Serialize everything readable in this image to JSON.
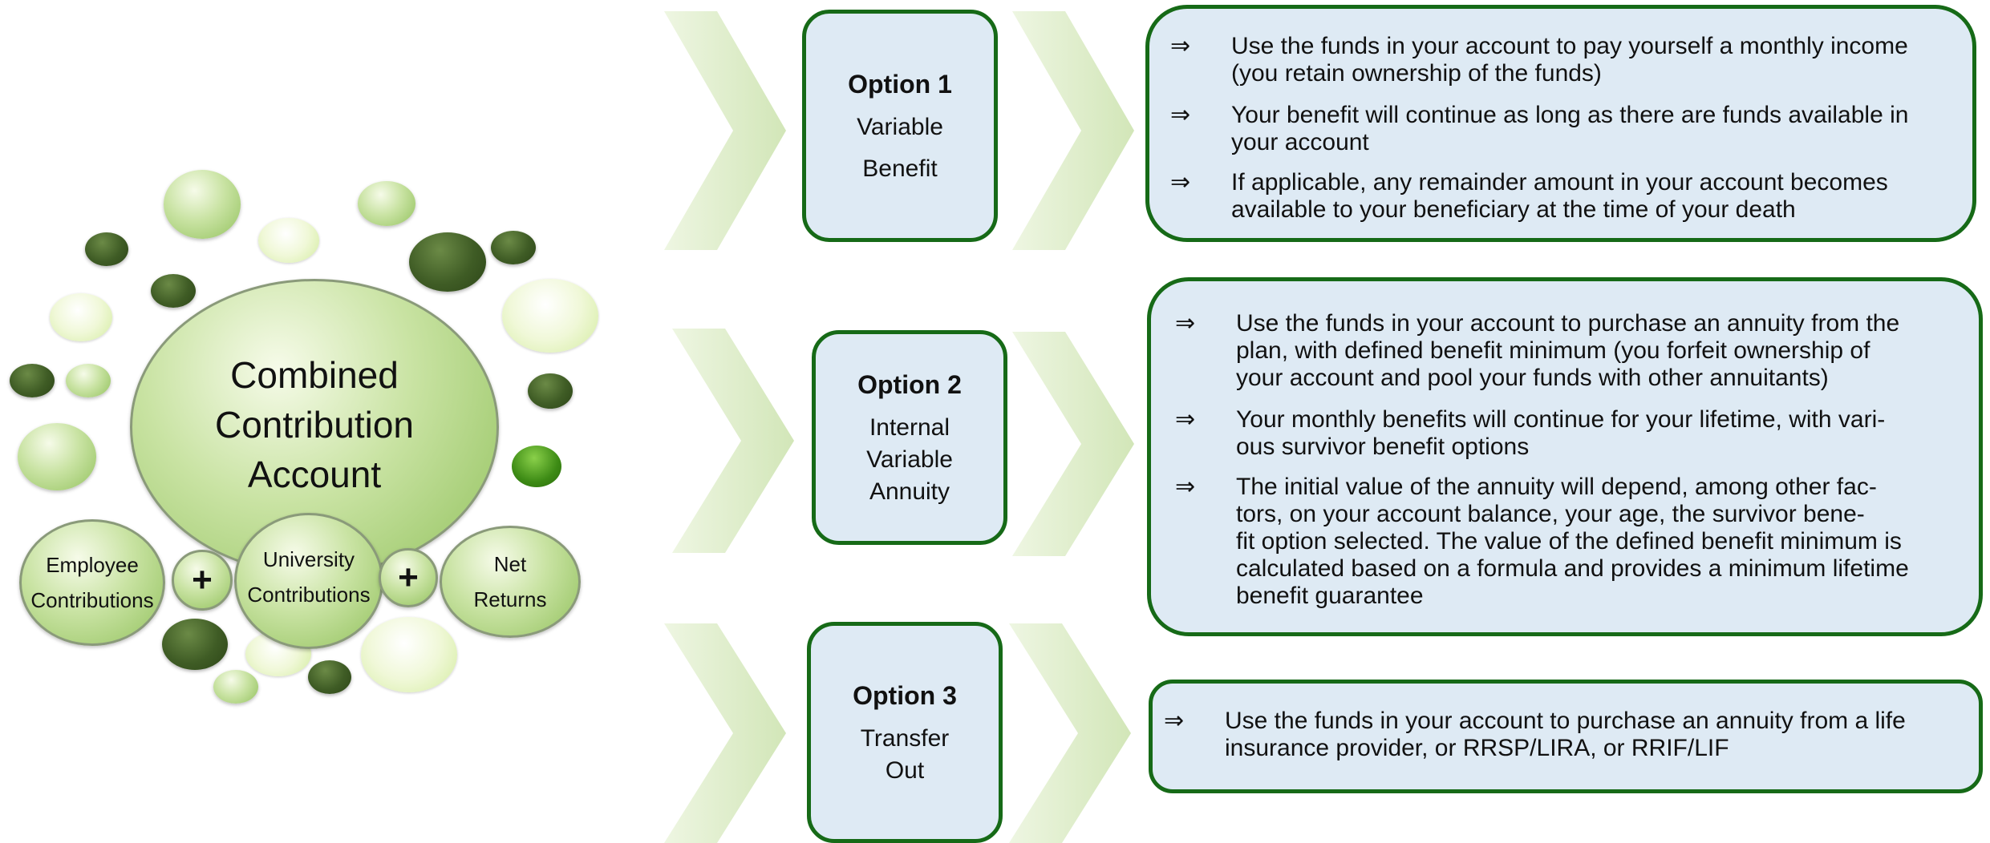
{
  "diagram": {
    "center": {
      "title_lines": [
        "Combined",
        "Contribution",
        "Account"
      ]
    },
    "components": [
      {
        "lines": [
          "Employee",
          "Contributions"
        ]
      },
      {
        "lines": [
          "University",
          "Contributions"
        ]
      },
      {
        "lines": [
          "Net",
          "Returns"
        ]
      }
    ],
    "operator": "+",
    "arrow_symbol": "⇒",
    "options": [
      {
        "title": "Option 1",
        "name_lines": [
          "Variable",
          "Benefit"
        ],
        "bullets": [
          {
            "lines": [
              "Use the funds in your account to pay yourself a monthly income",
              "(you retain ownership of the funds)"
            ]
          },
          {
            "lines": [
              "Your benefit will continue as long as there are funds available in",
              "your account"
            ]
          },
          {
            "lines": [
              "If applicable, any remainder amount in your account becomes",
              "available to your beneficiary at the time of your death"
            ]
          }
        ]
      },
      {
        "title": "Option 2",
        "name_lines": [
          "Internal",
          "Variable",
          "Annuity"
        ],
        "bullets": [
          {
            "lines": [
              "Use the funds in your account to purchase an annuity from the",
              "plan, with defined benefit minimum (you forfeit ownership of",
              "your account and pool your funds with other annuitants)"
            ]
          },
          {
            "lines": [
              "Your monthly benefits will continue for your lifetime, with vari-",
              "ous survivor benefit options"
            ]
          },
          {
            "lines": [
              "The initial value of the annuity will depend, among other fac-",
              "tors, on your account balance, your age, the survivor bene-",
              "fit option selected. The value of the defined benefit minimum is",
              "calculated based on a formula and provides a minimum lifetime",
              "benefit guarantee"
            ]
          }
        ]
      },
      {
        "title": "Option 3",
        "name_lines": [
          "Transfer",
          "Out"
        ],
        "bullets": [
          {
            "lines": [
              "Use the funds in your account to purchase an annuity from a life",
              "insurance provider, or RRSP/LIRA, or RRIF/LIF"
            ]
          }
        ]
      }
    ]
  }
}
